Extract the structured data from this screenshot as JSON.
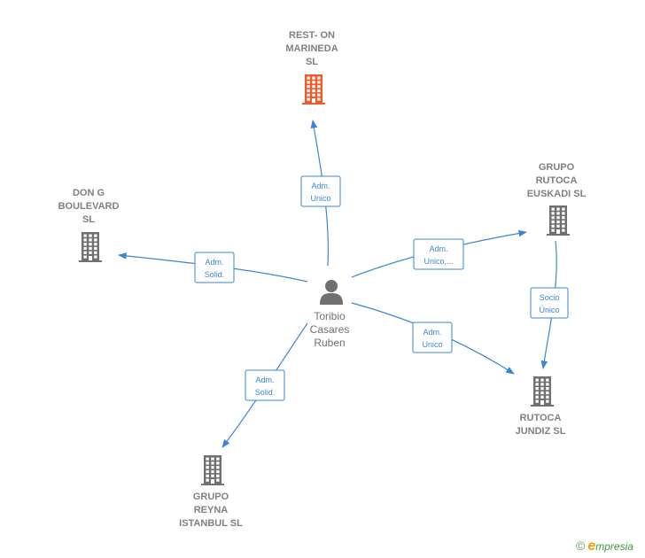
{
  "colors": {
    "edge": "#3a86d6",
    "building_primary": "#ee5a2b",
    "building": "#707070",
    "label": "#808080",
    "brand_orange": "#ff9900",
    "brand_green": "#3a9a3a"
  },
  "person": {
    "lines": [
      "Toribio",
      "Casares",
      "Ruben"
    ],
    "icon": "person-icon"
  },
  "nodes": [
    {
      "id": "rest-on-marineda",
      "lines": [
        "REST- ON",
        "MARINEDA",
        "SL"
      ],
      "primary": true,
      "icon": "building-icon"
    },
    {
      "id": "don-g-boulevard",
      "lines": [
        "DON G",
        "BOULEVARD",
        "SL"
      ],
      "primary": false,
      "icon": "building-icon"
    },
    {
      "id": "grupo-rutoca-euskadi",
      "lines": [
        "GRUPO",
        "RUTOCA",
        "EUSKADI  SL"
      ],
      "primary": false,
      "icon": "building-icon"
    },
    {
      "id": "rutoca-jundiz",
      "lines": [
        "RUTOCA",
        "JUNDIZ  SL"
      ],
      "primary": false,
      "icon": "building-icon"
    },
    {
      "id": "grupo-reyna-istanbul",
      "lines": [
        "GRUPO",
        "REYNA",
        "ISTANBUL  SL"
      ],
      "primary": false,
      "icon": "building-icon"
    }
  ],
  "edges": [
    {
      "id": "to-rest-on",
      "lines": [
        "Adm.",
        "Unico"
      ]
    },
    {
      "id": "to-don-g",
      "lines": [
        "Adm.",
        "Solid."
      ]
    },
    {
      "id": "to-rutoca-euskadi",
      "lines": [
        "Adm.",
        "Unico,..."
      ]
    },
    {
      "id": "to-rutoca-jundiz",
      "lines": [
        "Adm.",
        "Unico"
      ]
    },
    {
      "id": "to-reyna",
      "lines": [
        "Adm.",
        "Solid."
      ]
    },
    {
      "id": "euskadi-to-jundiz",
      "lines": [
        "Socio",
        "Único"
      ]
    }
  ],
  "brand": {
    "copyright": "©",
    "e": "e",
    "rest": "mpresia"
  }
}
